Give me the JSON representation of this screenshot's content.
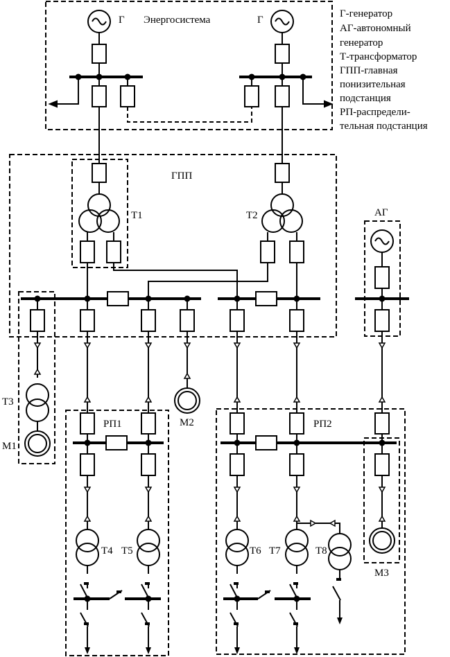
{
  "legend": [
    "Г-генератор",
    "АГ-автономный",
    "генератор",
    "Т-трансформатор",
    "ГПП-главная",
    "понизительная",
    "подстанция",
    "РП-распредели-",
    "тельная подстанция"
  ],
  "labels": {
    "energosystem": "Энергосистема",
    "gen_left": "Г",
    "gen_right": "Г",
    "gpp": "ГПП",
    "ag": "АГ",
    "t1": "Т1",
    "t2": "Т2",
    "t3": "Т3",
    "m1": "М1",
    "m2": "М2",
    "rp1": "РП1",
    "rp2": "РП2",
    "t4": "Т4",
    "t5": "Т5",
    "t6": "Т6",
    "t7": "Т7",
    "t8": "Т8",
    "m3": "М3"
  }
}
